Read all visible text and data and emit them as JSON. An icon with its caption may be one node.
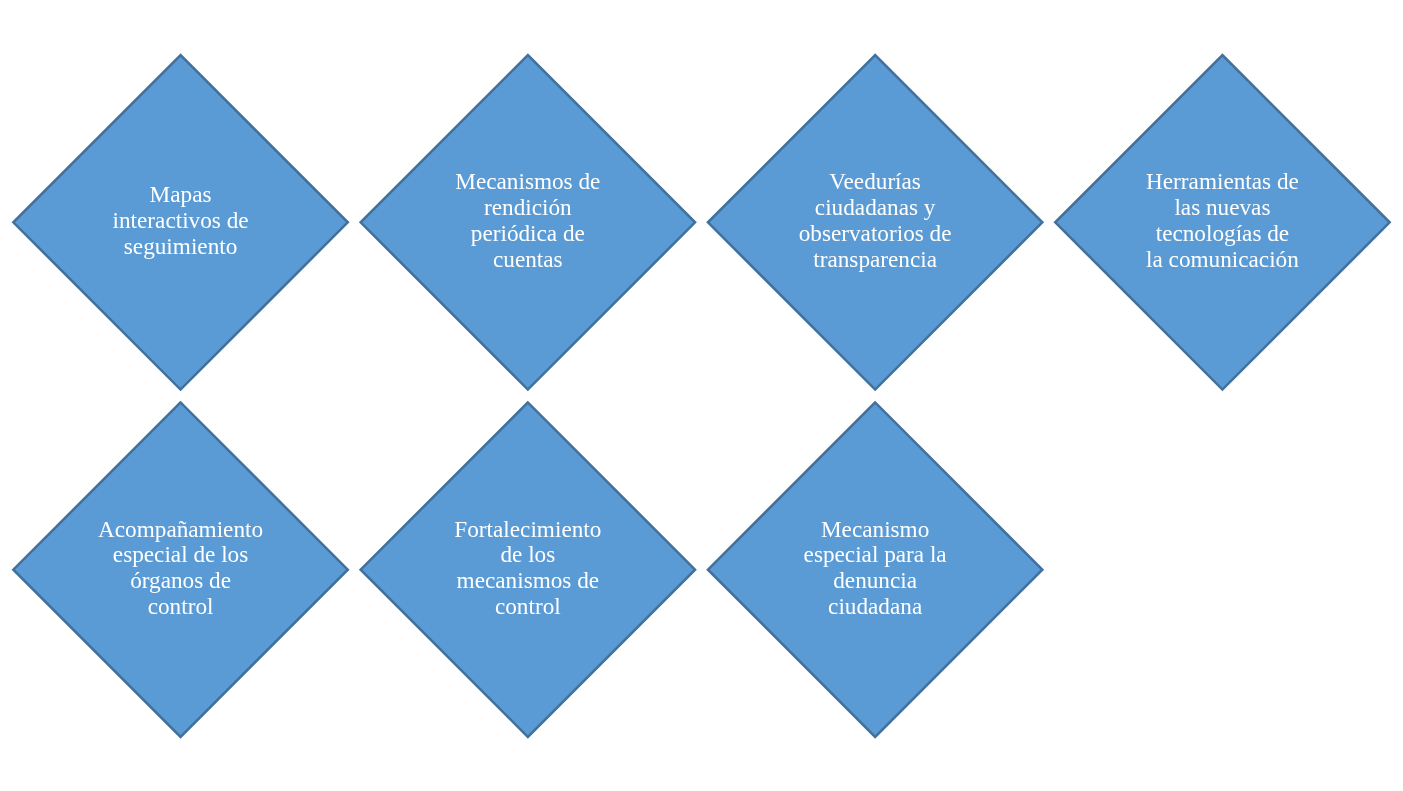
{
  "diagram": {
    "nodes": [
      {
        "text": [
          "Mapas interactivos de seguimiento"
        ]
      },
      {
        "text": [
          "Mecanismos de rendición periódica de cuentas"
        ]
      },
      {
        "text": [
          "Veedurías ciudadanas y observatorios de transparencia"
        ]
      },
      {
        "text": [
          "Herramientas de las nuevas tecnologías de la comunicación"
        ]
      },
      {
        "text": [
          "Acompañamiento especial de los órganos de control"
        ]
      },
      {
        "text": [
          "Fortalecimiento de los mecanismos de control"
        ]
      },
      {
        "text": [
          "Mecanismo especial para la denuncia ciudadana"
        ]
      }
    ],
    "edges": []
  }
}
